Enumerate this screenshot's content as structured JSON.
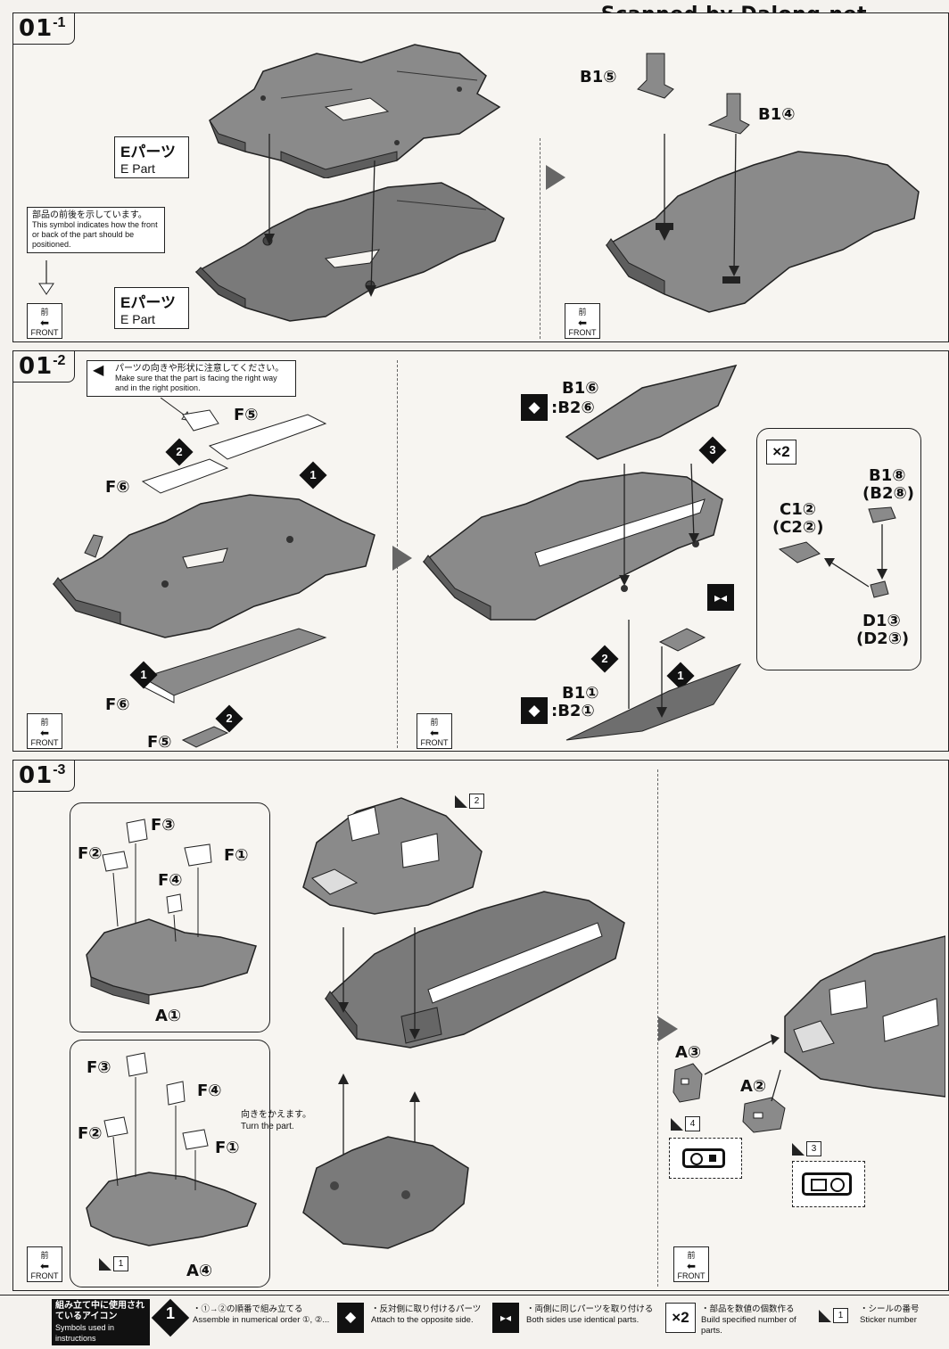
{
  "watermark": "Scanned by Dalong.net",
  "steps": [
    {
      "id": "step-01-1",
      "num": "01",
      "sub": "-1"
    },
    {
      "id": "step-01-2",
      "num": "01",
      "sub": "-2"
    },
    {
      "id": "step-01-3",
      "num": "01",
      "sub": "-3"
    }
  ],
  "front": {
    "jp": "前",
    "en": "FRONT"
  },
  "step1": {
    "epart_top": {
      "jp": "Eパーツ",
      "en": "E Part"
    },
    "epart_bottom": {
      "jp": "Eパーツ",
      "en": "E Part"
    },
    "note_jp": "部品の前後を示しています。",
    "note_en": "This symbol indicates how the front or back of the part should be positioned.",
    "b15": "B1⑤",
    "b14": "B1④"
  },
  "step2": {
    "note_jp": "パーツの向きや形状に注意してください。",
    "note_en": "Make sure that the part is facing the right way and in the right position.",
    "f5_top": "F⑤",
    "f6_top": "F⑥",
    "f6_bottom": "F⑥",
    "f5_bottom": "F⑤",
    "b16": "B1⑥",
    "b26": ":B2⑥",
    "b11": "B1①",
    "b21": ":B2①",
    "x2": "×2",
    "b18": "B1⑧",
    "b28": "(B2⑧)",
    "c12": "C1②",
    "c22": "(C2②)",
    "d13": "D1③",
    "d23": "(D2③)",
    "order": [
      "1",
      "2",
      "3"
    ]
  },
  "step3": {
    "sub1": {
      "f3": "F③",
      "f2": "F②",
      "f1": "F①",
      "f4": "F④",
      "a": "A①"
    },
    "sub2": {
      "f3": "F③",
      "f4": "F④",
      "f2": "F②",
      "f1": "F①",
      "a": "A④",
      "sticker": "1"
    },
    "turn_jp": "向きをかえます。",
    "turn_en": "Turn the part.",
    "sticker_top": "2",
    "a3": "A③",
    "a2": "A②",
    "sticker_a3": "4",
    "sticker_a2": "3"
  },
  "legend": {
    "title_jp": "組み立て中に使用されているアイコン",
    "title_en": "Symbols used in instructions",
    "order_jp": "・①→②の順番で組み立てる",
    "order_en": "Assemble in numerical order ①, ②...",
    "opposite_jp": "・反対側に取り付けるパーツ",
    "opposite_en": "Attach to the opposite side.",
    "identical_jp": "・両側に同じパーツを取り付ける",
    "identical_en": "Both sides use identical parts.",
    "count_jp": "・部品を数値の個数作る",
    "count_en": "Build specified number of parts.",
    "sticker_jp": "・シールの番号",
    "sticker_en": "Sticker number",
    "x2": "×2",
    "one": "1",
    "sticker_num": "1"
  }
}
